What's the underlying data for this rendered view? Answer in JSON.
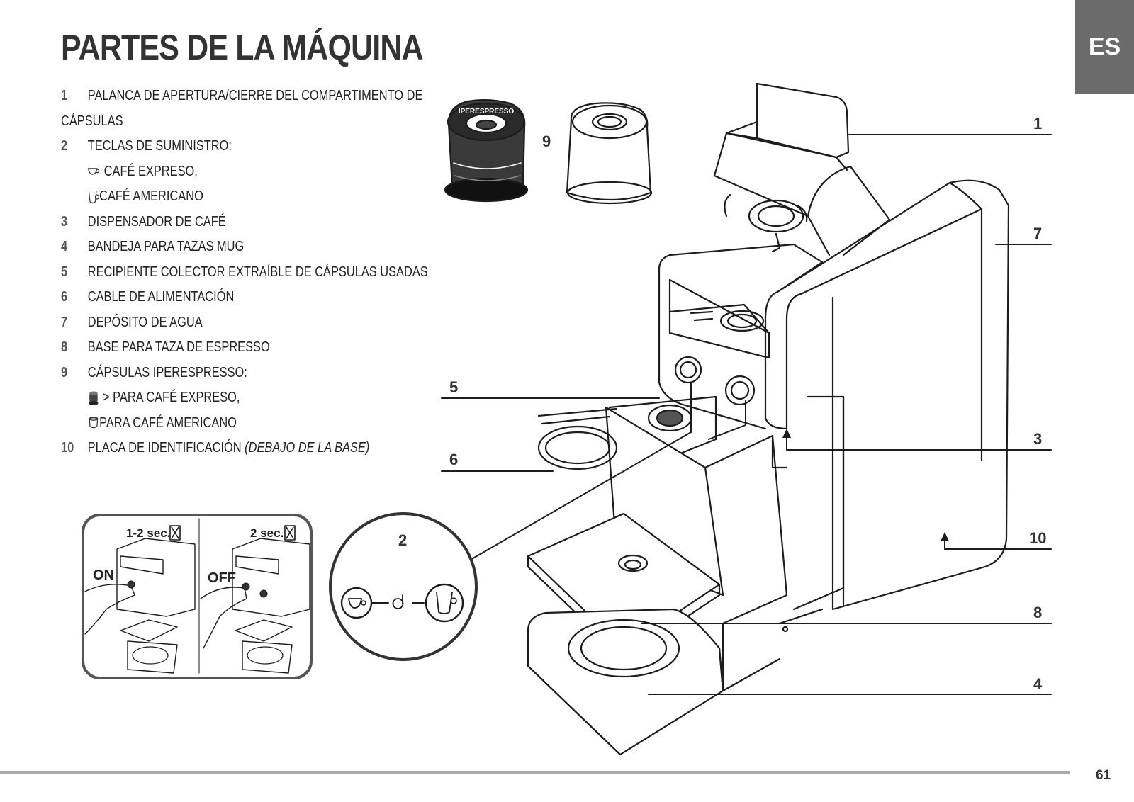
{
  "page": {
    "title": "PARTES DE LA MÁQUINA",
    "language_tab": "ES",
    "page_number": "61"
  },
  "parts": [
    {
      "num": "1",
      "text": "PALANCA DE APERTURA/CIERRE DEL COMPARTIMENTO DE",
      "text_cont": "CÁPSULAS"
    },
    {
      "num": "2",
      "text": "TECLAS DE SUMINISTRO:",
      "sub1": "CAFÉ EXPRESO,",
      "sub2": "CAFÉ AMERICANO"
    },
    {
      "num": "3",
      "text": "DISPENSADOR DE CAFÉ"
    },
    {
      "num": "4",
      "text": "BANDEJA PARA TAZAS MUG"
    },
    {
      "num": "5",
      "text": "RECIPIENTE COLECTOR EXTRAÍBLE DE CÁPSULAS USADAS"
    },
    {
      "num": "6",
      "text": "CABLE DE ALIMENTACIÓN"
    },
    {
      "num": "7",
      "text": "DEPÓSITO DE AGUA"
    },
    {
      "num": "8",
      "text": "BASE PARA TAZA DE ESPRESSO"
    },
    {
      "num": "9",
      "text": "CÁPSULAS IPERESPRESSO:",
      "sub1": "> PARA CAFÉ EXPRESO,",
      "sub2": "PARA CAFÉ AMERICANO"
    },
    {
      "num": "10",
      "text": "PLACA DE IDENTIFICACIÓN ",
      "text_italic": "(DEBAJO DE LA BASE)"
    }
  ],
  "callouts": [
    "1",
    "2",
    "3",
    "4",
    "5",
    "6",
    "7",
    "8",
    "9",
    "10"
  ],
  "instructions": {
    "on_time": "1-2 sec.",
    "on_label": "ON",
    "off_time": "2 sec.",
    "off_label": "OFF"
  },
  "capsule_brand_text": "IPERESPRESSO",
  "colors": {
    "tab_bg": "#6b6b6b",
    "footer_line": "#a9a9a9",
    "text": "#2b2b2b"
  }
}
